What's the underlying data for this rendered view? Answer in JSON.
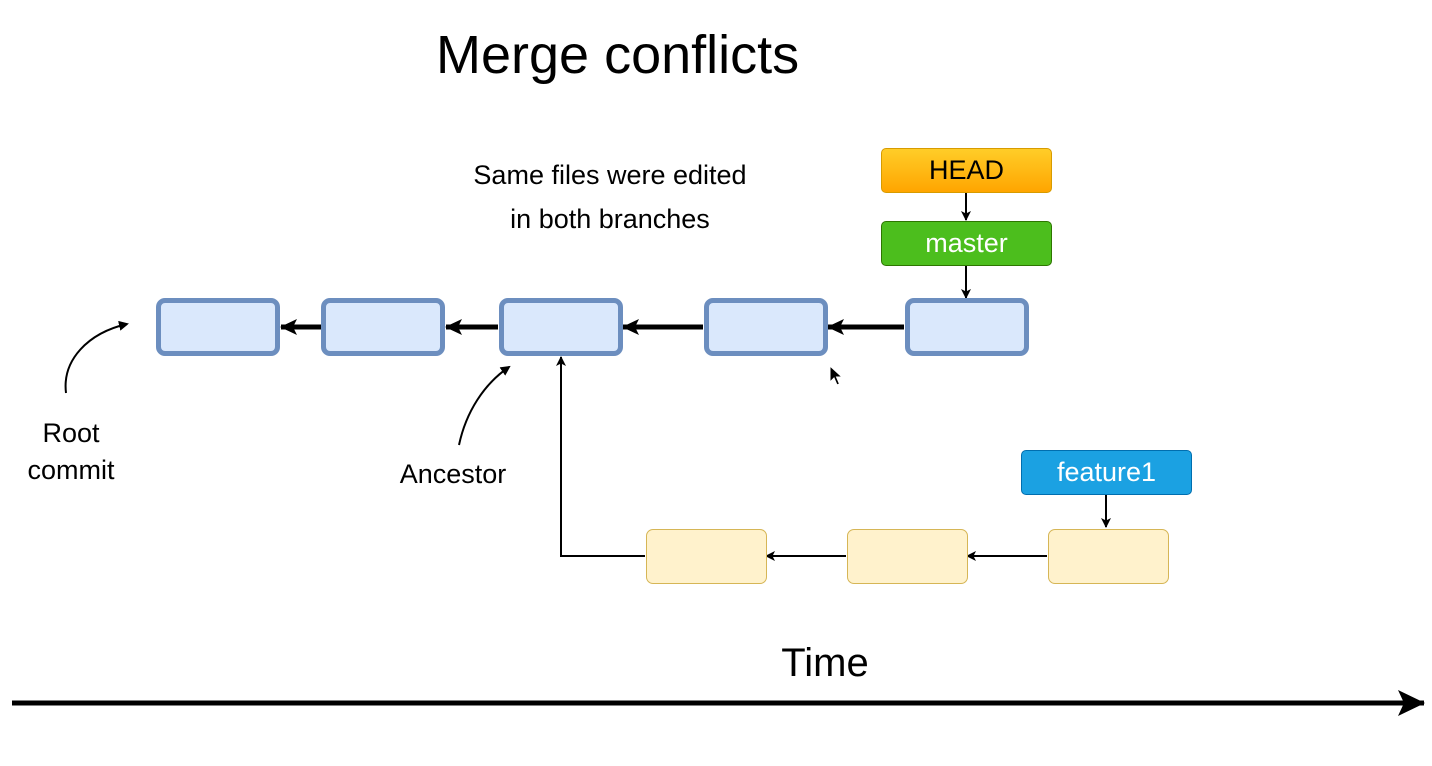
{
  "title": "Merge conflicts",
  "note": {
    "line1": "Same files were edited",
    "line2": "in both branches"
  },
  "labels": {
    "root_line1": "Root",
    "root_line2": "commit",
    "ancestor": "Ancestor",
    "time": "Time"
  },
  "refs": {
    "head": "HEAD",
    "master": "master",
    "feature": "feature1"
  },
  "colors": {
    "main_commit_fill": "#dae8fc",
    "main_commit_border": "#6c8ebf",
    "feature_commit_fill": "#fff2cc",
    "feature_commit_border": "#d6b656",
    "head_fill": "#ffb300",
    "master_fill": "#4cbe1d",
    "feature_fill": "#1ba1e2"
  },
  "icons": {
    "cursor": "mouse-pointer-icon"
  }
}
